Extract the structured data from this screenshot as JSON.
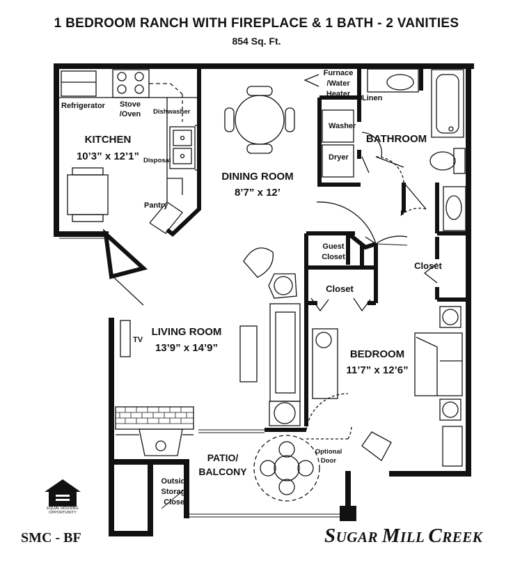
{
  "title": "1 BEDROOM RANCH WITH FIREPLACE & 1 BATH - 2 VANITIES",
  "subtitle": "854 Sq. Ft.",
  "rooms": {
    "kitchen": {
      "name": "KITCHEN",
      "dims": "10’3” x 12’1”"
    },
    "dining": {
      "name": "DINING ROOM",
      "dims": "8’7” x 12’"
    },
    "living": {
      "name": "LIVING ROOM",
      "dims": "13’9” x 14’9”"
    },
    "bedroom": {
      "name": "BEDROOM",
      "dims": "11’7” x 12’6”"
    },
    "bathroom": {
      "name": "BATHROOM"
    },
    "patio": {
      "line1": "PATIO/",
      "line2": "BALCONY"
    }
  },
  "labels": {
    "refrigerator": "Refrigerator",
    "stove_line1": "Stove",
    "stove_line2": "/Oven",
    "dishwasher": "Dishwasher",
    "disposal": "Disposal",
    "pantry": "Pantry",
    "furnace_line1": "Furnace",
    "furnace_line2": "/Water",
    "furnace_line3": "Heater",
    "linen": "Linen",
    "washer": "Washer",
    "dryer": "Dryer",
    "guest_line1": "Guest",
    "guest_line2": "Closet",
    "closet_center": "Closet",
    "closet_right": "Closet",
    "tv": "TV",
    "optional_line1": "Optional",
    "optional_line2": "Door",
    "storage_line1": "Outside",
    "storage_line2": "Storage",
    "storage_line3": "Closet"
  },
  "footer": {
    "code": "SMC - BF",
    "brand_parts": [
      "S",
      "UGAR ",
      "M",
      "ILL ",
      "C",
      "REEK"
    ],
    "eho_line1": "EQUAL HOUSING",
    "eho_line2": "OPPORTUNITY"
  }
}
